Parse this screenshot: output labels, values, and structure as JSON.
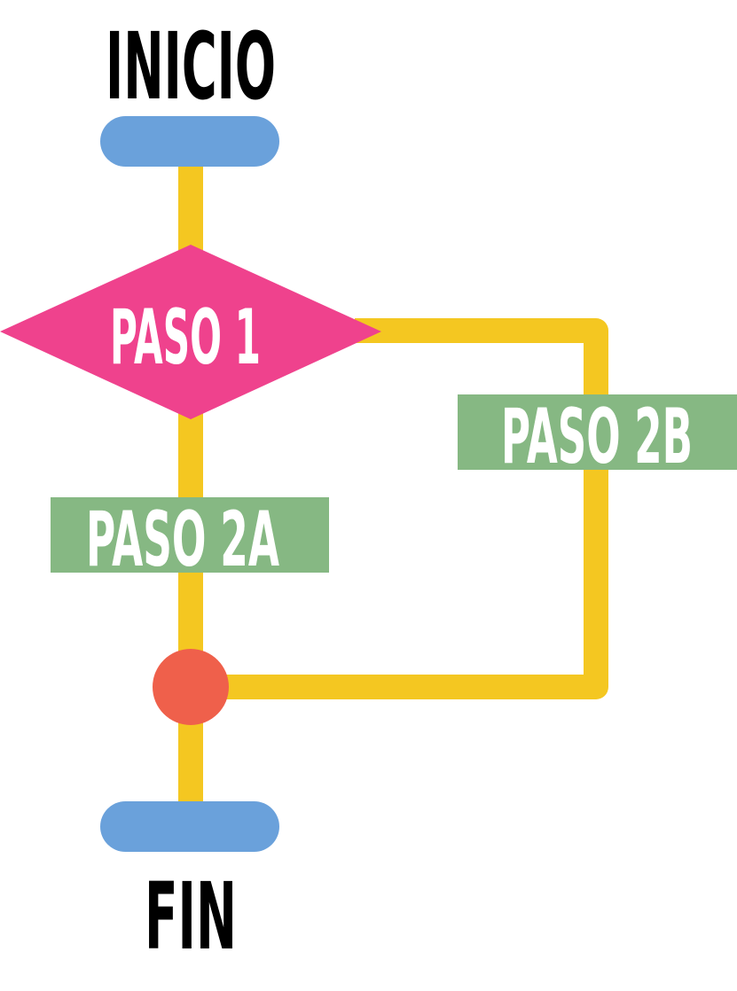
{
  "diagram": {
    "start_label": "INICIO",
    "end_label": "FIN",
    "decision_label": "PASO 1",
    "step_a_label": "PASO 2A",
    "step_b_label": "PASO 2B"
  },
  "colors": {
    "background": "#ffffff",
    "connector": "#F4C721",
    "terminal": "#6AA1DB",
    "decision": "#EF428D",
    "step_box": "#86B883",
    "junction": "#EF604B",
    "title_text": "#000000",
    "box_text": "#ffffff"
  }
}
